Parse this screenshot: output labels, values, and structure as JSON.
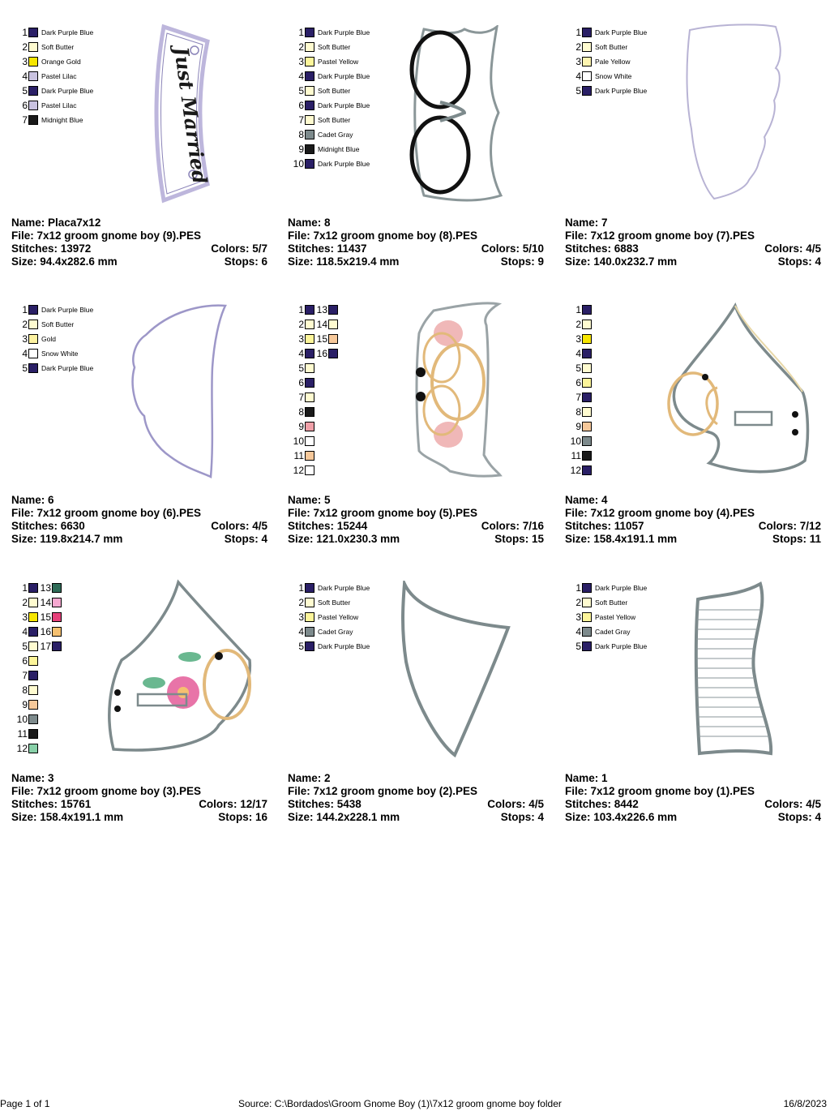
{
  "labels": {
    "name": "Name: ",
    "file": "File: ",
    "stitches": "Stitches: ",
    "size": "Size: ",
    "colors": "Colors: ",
    "stops": "Stops: "
  },
  "designs": [
    {
      "name": "Placa7x12",
      "file": "7x12 groom gnome boy (9).PES",
      "stitches": "13972",
      "colors": "5/7",
      "size": "94.4x282.6 mm",
      "stops": "6",
      "art_text": "Just Married",
      "palette": [
        {
          "n": "1",
          "name": "Dark Purple Blue",
          "color": "#2a1f66"
        },
        {
          "n": "2",
          "name": "Soft Butter",
          "color": "#fffbd0"
        },
        {
          "n": "3",
          "name": "Orange Gold",
          "color": "#f7e600"
        },
        {
          "n": "4",
          "name": "Pastel Lilac",
          "color": "#c9c2e0"
        },
        {
          "n": "5",
          "name": "Dark Purple Blue",
          "color": "#2a1f66"
        },
        {
          "n": "6",
          "name": "Pastel Lilac",
          "color": "#c9c2e0"
        },
        {
          "n": "7",
          "name": "Midnight Blue",
          "color": "#1a1a1a"
        }
      ]
    },
    {
      "name": "8",
      "file": "7x12 groom gnome boy (8).PES",
      "stitches": "11437",
      "colors": "5/10",
      "size": "118.5x219.4 mm",
      "stops": "9",
      "palette": [
        {
          "n": "1",
          "name": "Dark Purple Blue",
          "color": "#2a1f66"
        },
        {
          "n": "2",
          "name": "Soft Butter",
          "color": "#fffbd0"
        },
        {
          "n": "3",
          "name": "Pastel Yellow",
          "color": "#fdf59a"
        },
        {
          "n": "4",
          "name": "Dark Purple Blue",
          "color": "#2a1f66"
        },
        {
          "n": "5",
          "name": "Soft Butter",
          "color": "#fffbd0"
        },
        {
          "n": "6",
          "name": "Dark Purple Blue",
          "color": "#2a1f66"
        },
        {
          "n": "7",
          "name": "Soft Butter",
          "color": "#fffbd0"
        },
        {
          "n": "8",
          "name": "Cadet Gray",
          "color": "#7d8a8c"
        },
        {
          "n": "9",
          "name": "Midnight Blue",
          "color": "#1a1a1a"
        },
        {
          "n": "10",
          "name": "Dark Purple Blue",
          "color": "#2a1f66"
        }
      ]
    },
    {
      "name": "7",
      "file": "7x12 groom gnome boy (7).PES",
      "stitches": "6883",
      "colors": "4/5",
      "size": "140.0x232.7 mm",
      "stops": "4",
      "palette": [
        {
          "n": "1",
          "name": "Dark Purple Blue",
          "color": "#2a1f66"
        },
        {
          "n": "2",
          "name": "Soft Butter",
          "color": "#fffbd0"
        },
        {
          "n": "3",
          "name": "Pale Yellow",
          "color": "#fdf4b0"
        },
        {
          "n": "4",
          "name": "Snow White",
          "color": "#ffffff"
        },
        {
          "n": "5",
          "name": "Dark Purple Blue",
          "color": "#2a1f66"
        }
      ]
    },
    {
      "name": "6",
      "file": "7x12 groom gnome boy (6).PES",
      "stitches": "6630",
      "colors": "4/5",
      "size": "119.8x214.7 mm",
      "stops": "4",
      "palette": [
        {
          "n": "1",
          "name": "Dark Purple Blue",
          "color": "#2a1f66"
        },
        {
          "n": "2",
          "name": "Soft Butter",
          "color": "#fffbd0"
        },
        {
          "n": "3",
          "name": "Gold",
          "color": "#fdf2a0"
        },
        {
          "n": "4",
          "name": "Snow White",
          "color": "#ffffff"
        },
        {
          "n": "5",
          "name": "Dark Purple Blue",
          "color": "#2a1f66"
        }
      ]
    },
    {
      "name": "5",
      "file": "7x12 groom gnome boy (5).PES",
      "stitches": "15244",
      "colors": "7/16",
      "size": "121.0x230.3 mm",
      "stops": "15",
      "palette": [
        {
          "n": "1",
          "color": "#2a1f66",
          "n2": "13",
          "color2": "#2a1f66"
        },
        {
          "n": "2",
          "color": "#fffbd0",
          "n2": "14",
          "color2": "#fffbd0"
        },
        {
          "n": "3",
          "color": "#fdf59a",
          "n2": "15",
          "color2": "#f6c89a"
        },
        {
          "n": "4",
          "color": "#2a1f66",
          "n2": "16",
          "color2": "#2a1f66"
        },
        {
          "n": "5",
          "color": "#fffbd0"
        },
        {
          "n": "6",
          "color": "#2a1f66"
        },
        {
          "n": "7",
          "color": "#fffbd0"
        },
        {
          "n": "8",
          "color": "#1a1a1a"
        },
        {
          "n": "9",
          "color": "#f0a0a8"
        },
        {
          "n": "10",
          "color": "#ffffff"
        },
        {
          "n": "11",
          "color": "#f6c89a"
        },
        {
          "n": "12",
          "color": "#ffffff"
        }
      ]
    },
    {
      "name": "4",
      "file": "7x12 groom gnome boy (4).PES",
      "stitches": "11057",
      "colors": "7/12",
      "size": "158.4x191.1 mm",
      "stops": "11",
      "palette": [
        {
          "n": "1",
          "color": "#2a1f66"
        },
        {
          "n": "2",
          "color": "#fffbd0"
        },
        {
          "n": "3",
          "color": "#f7e600"
        },
        {
          "n": "4",
          "color": "#2a1f66"
        },
        {
          "n": "5",
          "color": "#fffbd0"
        },
        {
          "n": "6",
          "color": "#fdf59a"
        },
        {
          "n": "7",
          "color": "#2a1f66"
        },
        {
          "n": "8",
          "color": "#fffbd0"
        },
        {
          "n": "9",
          "color": "#f6c89a"
        },
        {
          "n": "10",
          "color": "#7d8a8c"
        },
        {
          "n": "11",
          "color": "#1a1a1a"
        },
        {
          "n": "12",
          "color": "#2a1f66"
        }
      ]
    },
    {
      "name": "3",
      "file": "7x12 groom gnome boy (3).PES",
      "stitches": "15761",
      "colors": "12/17",
      "size": "158.4x191.1 mm",
      "stops": "16",
      "palette": [
        {
          "n": "1",
          "color": "#2a1f66",
          "n2": "13",
          "color2": "#2e6b57"
        },
        {
          "n": "2",
          "color": "#fffbd0",
          "n2": "14",
          "color2": "#f5a8d0"
        },
        {
          "n": "3",
          "color": "#f7e600",
          "n2": "15",
          "color2": "#e6407a"
        },
        {
          "n": "4",
          "color": "#2a1f66",
          "n2": "16",
          "color2": "#f5c070"
        },
        {
          "n": "5",
          "color": "#fffbd0",
          "n2": "17",
          "color2": "#2a1f66"
        },
        {
          "n": "6",
          "color": "#fdf59a"
        },
        {
          "n": "7",
          "color": "#2a1f66"
        },
        {
          "n": "8",
          "color": "#fffbd0"
        },
        {
          "n": "9",
          "color": "#f6c89a"
        },
        {
          "n": "10",
          "color": "#7d8a8c"
        },
        {
          "n": "11",
          "color": "#1a1a1a"
        },
        {
          "n": "12",
          "color": "#88d0a8"
        }
      ]
    },
    {
      "name": "2",
      "file": "7x12 groom gnome boy (2).PES",
      "stitches": "5438",
      "colors": "4/5",
      "size": "144.2x228.1 mm",
      "stops": "4",
      "palette": [
        {
          "n": "1",
          "name": "Dark Purple Blue",
          "color": "#2a1f66"
        },
        {
          "n": "2",
          "name": "Soft Butter",
          "color": "#fffbd0"
        },
        {
          "n": "3",
          "name": "Pastel Yellow",
          "color": "#fdf59a"
        },
        {
          "n": "4",
          "name": "Cadet Gray",
          "color": "#7d8a8c"
        },
        {
          "n": "5",
          "name": "Dark Purple Blue",
          "color": "#2a1f66"
        }
      ]
    },
    {
      "name": "1",
      "file": "7x12 groom gnome boy (1).PES",
      "stitches": "8442",
      "colors": "4/5",
      "size": "103.4x226.6 mm",
      "stops": "4",
      "palette": [
        {
          "n": "1",
          "name": "Dark Purple Blue",
          "color": "#2a1f66"
        },
        {
          "n": "2",
          "name": "Soft Butter",
          "color": "#fffbd0"
        },
        {
          "n": "3",
          "name": "Pastel Yellow",
          "color": "#fdf59a"
        },
        {
          "n": "4",
          "name": "Cadet Gray",
          "color": "#7d8a8c"
        },
        {
          "n": "5",
          "name": "Dark Purple Blue",
          "color": "#2a1f66"
        }
      ]
    }
  ],
  "footer": {
    "page": "Page 1 of 1",
    "source": "Source: C:\\Bordados\\Groom Gnome Boy (1)\\7x12  groom gnome boy folder",
    "date": "16/8/2023"
  }
}
